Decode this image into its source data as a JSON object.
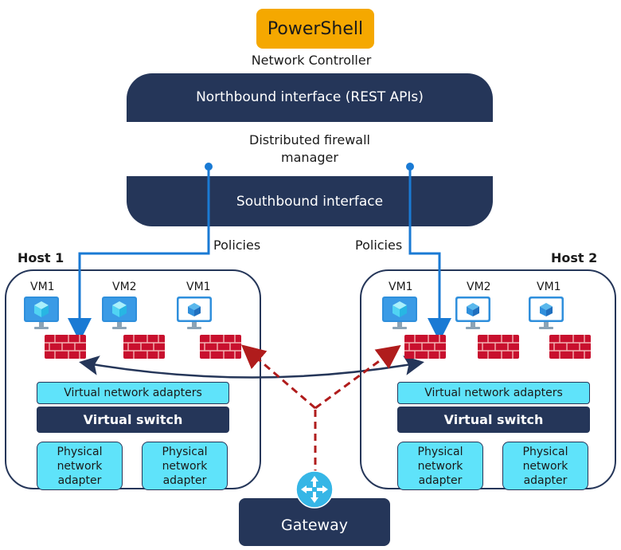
{
  "top": {
    "powershell_label": "PowerShell",
    "network_controller_label": "Network Controller"
  },
  "controller": {
    "northbound": "Northbound interface (REST APIs)",
    "firewall_manager_line1": "Distributed firewall",
    "firewall_manager_line2": "manager",
    "southbound": "Southbound interface"
  },
  "policies_label": "Policies",
  "hosts": [
    {
      "label": "Host 1",
      "vms": [
        "VM1",
        "VM2",
        "VM1"
      ],
      "virtual_network_adapters": "Virtual network adapters",
      "virtual_switch": "Virtual switch",
      "physical_adapter_line1": "Physical",
      "physical_adapter_line2": "network",
      "physical_adapter_line3": "adapter"
    },
    {
      "label": "Host 2",
      "vms": [
        "VM1",
        "VM2",
        "VM1"
      ],
      "virtual_network_adapters": "Virtual network adapters",
      "virtual_switch": "Virtual switch",
      "physical_adapter_line1": "Physical",
      "physical_adapter_line2": "network",
      "physical_adapter_line3": "adapter"
    }
  ],
  "gateway_label": "Gateway",
  "colors": {
    "navy": "#253659",
    "policy_blue": "#1a7ad4",
    "cyan_box": "#5fe3fa",
    "firewall_red": "#c8102e",
    "dashed_red": "#b01c1c",
    "powershell_orange": "#f5a800"
  },
  "icons": {
    "vm": "vm-monitor-icon",
    "firewall": "firewall-brick-icon",
    "gateway": "router-icon"
  }
}
